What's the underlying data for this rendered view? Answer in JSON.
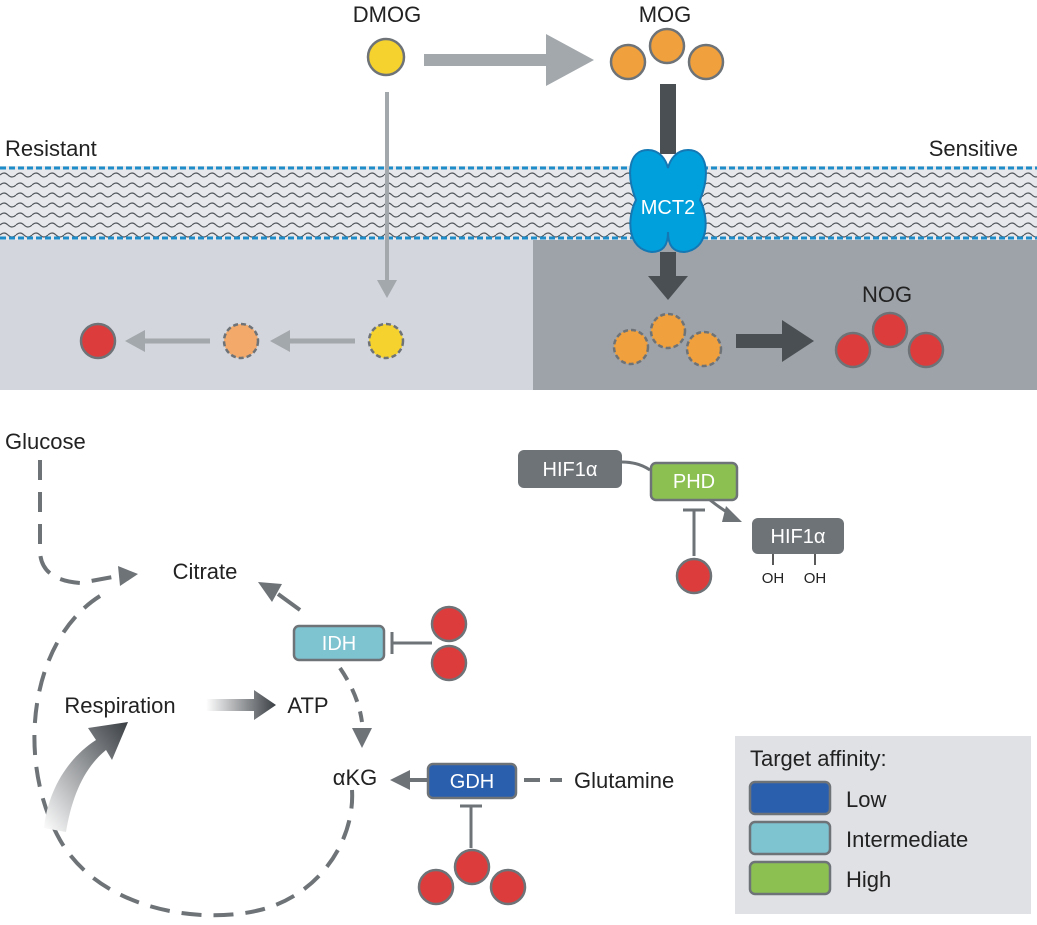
{
  "labels": {
    "dmog": "DMOG",
    "mog": "MOG",
    "resistant": "Resistant",
    "sensitive": "Sensitive",
    "mct2": "MCT2",
    "nog": "NOG",
    "glucose": "Glucose",
    "citrate": "Citrate",
    "respiration": "Respiration",
    "atp": "ATP",
    "akg": "αKG",
    "glutamine": "Glutamine",
    "idh": "IDH",
    "gdh": "GDH",
    "phd": "PHD",
    "hif1a": "HIF1α",
    "hif1a_oh": "HIF1α",
    "oh1": "OH",
    "oh2": "OH"
  },
  "legend": {
    "title": "Target affinity:",
    "items": [
      {
        "label": "Low",
        "color": "#2a5fae"
      },
      {
        "label": "Intermediate",
        "color": "#7ec3d0"
      },
      {
        "label": "High",
        "color": "#8cc152"
      }
    ]
  },
  "colors": {
    "yellow": "#f5d22e",
    "orange": "#f0a03c",
    "red": "#dc3c3c",
    "membrane_edge": "#1e8cc8",
    "mct2": "#00a0dc",
    "resistant_bg": "#d3d6dc",
    "sensitive_bg": "#9ea3a9",
    "arrow_light": "#a3a8ad",
    "arrow_dark": "#4a4f54",
    "gray_box": "#6e7378"
  }
}
